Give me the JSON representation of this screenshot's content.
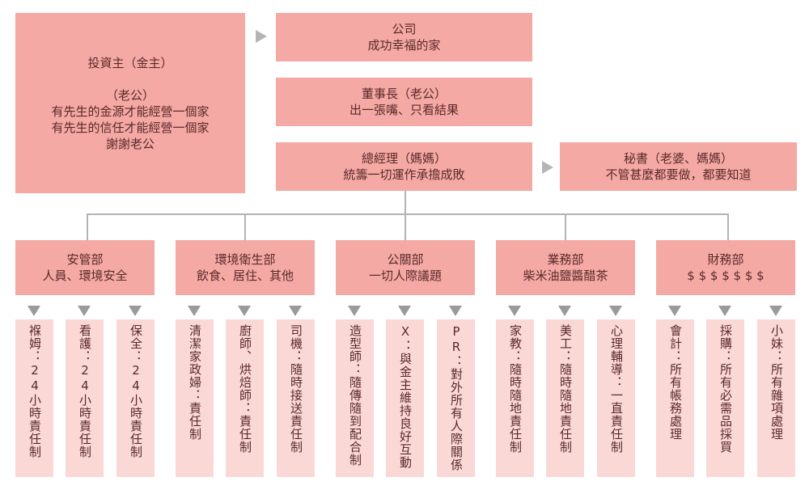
{
  "investor": {
    "title": "投資主（金主）",
    "lines": [
      "（老公）",
      "有先生的金源才能經營一個家",
      "有先生的信任才能經營一個家",
      "謝謝老公"
    ]
  },
  "company": {
    "lines": [
      "公司",
      "成功幸福的家"
    ]
  },
  "chairman": {
    "lines": [
      "董事長（老公）",
      "出一張嘴、只看結果"
    ]
  },
  "gm": {
    "lines": [
      "總經理（媽媽）",
      "統籌一切運作承擔成敗"
    ]
  },
  "secretary": {
    "lines": [
      "秘書（老婆、媽媽）",
      "不管甚麼都要做，都要知道"
    ]
  },
  "departments": [
    {
      "name": "安管部",
      "desc": "人員、環境安全",
      "roles": [
        "褓姆：24小時責任制",
        "看護：24小時責任制",
        "保全：24小時責任制"
      ]
    },
    {
      "name": "環境衛生部",
      "desc": "飲食、居住、其他",
      "roles": [
        "清潔家政婦：責任制",
        "廚師、烘焙師：責任制",
        "司機：隨時接送責任制"
      ]
    },
    {
      "name": "公關部",
      "desc": "一切人際議題",
      "roles": [
        "造型師：隨傳隨到配合制",
        "X：與金主維持良好互動",
        "PR：對外所有人際關係"
      ]
    },
    {
      "name": "業務部",
      "desc": "柴米油鹽醬醋茶",
      "roles": [
        "家教：隨時隨地責任制",
        "美工：隨時隨地責任制",
        "心理輔導：一直責任制"
      ]
    },
    {
      "name": "財務部",
      "desc": "$ $ $ $ $ $ $",
      "roles": [
        "會計：所有帳務處理",
        "採購：所有必需品採買",
        "小妹：所有雜項處理"
      ]
    }
  ],
  "colors": {
    "box": "#f4a9a4",
    "role": "#fad8d6",
    "line": "#b3b3b3",
    "arrow": "#9a9a9a",
    "text": "#5a2a2a"
  }
}
